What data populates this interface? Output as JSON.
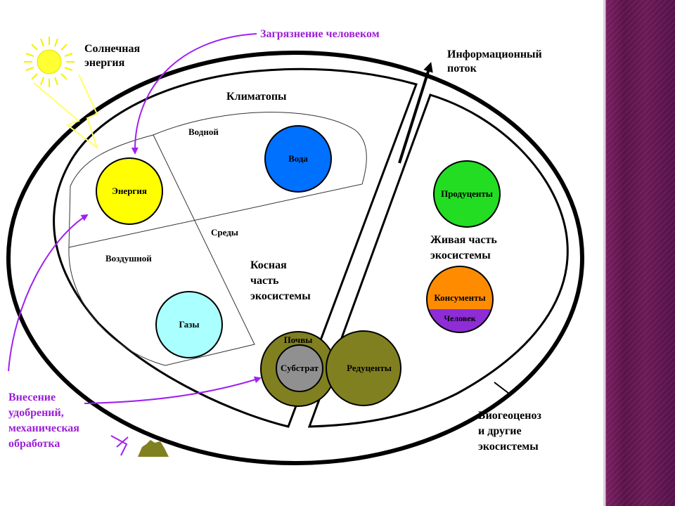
{
  "labels": {
    "solar_energy_line1": "Солнечная",
    "solar_energy_line2": "энергия",
    "human_pollution": "Загрязнение человеком",
    "info_flow_line1": "Информационный",
    "info_flow_line2": "поток",
    "climatopes": "Климатопы",
    "water_env": "Водной",
    "air_env": "Воздушной",
    "environments": "Среды",
    "inert_line1": "Косная",
    "inert_line2": "часть",
    "inert_line3": "экосистемы",
    "living_line1": "Живая часть",
    "living_line2": "экосистемы",
    "fert_line1": "Внесение",
    "fert_line2": "удобрений,",
    "fert_line3": "механическая",
    "fert_line4": "обработка",
    "biogeo_line1": "Биогеоценоз",
    "biogeo_line2": "и другие",
    "biogeo_line3": "экосистемы"
  },
  "circles": {
    "energy": "Энергия",
    "water": "Вода",
    "gases": "Газы",
    "soils": "Почвы",
    "substrate": "Субстрат",
    "reducers": "Редуценты",
    "producers": "Продуценты",
    "consumers": "Консументы",
    "human": "Человек"
  },
  "colors": {
    "energy": "#ffff00",
    "water": "#0070ff",
    "gases": "#aaffff",
    "soils": "#808020",
    "substrate": "#909090",
    "reducers": "#808020",
    "producers": "#22dd22",
    "consumers": "#ff8c00",
    "human": "#8e2dd6",
    "sun": "#ffff33",
    "arrows_purple": "#a020f0",
    "sidebar": "#5a1248"
  }
}
